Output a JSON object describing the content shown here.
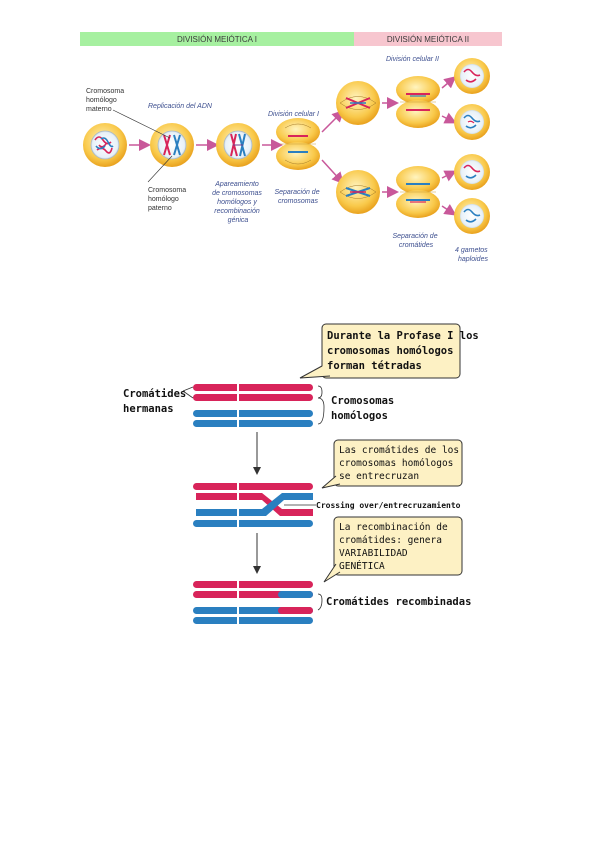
{
  "top": {
    "header_left": "DIVISIÓN MEIÓTICA I",
    "header_right": "DIVISIÓN MEIÓTICA II",
    "header_left_color": "#a6f0a0",
    "header_right_color": "#f7c6cf",
    "label_maternal": [
      "Cromosoma",
      "homólogo",
      "materno"
    ],
    "label_replication": "Replicación del ADN",
    "label_paternal": [
      "Cromosoma",
      "homólogo",
      "paterno"
    ],
    "label_pairing": [
      "Apareamiento",
      "de cromosomas",
      "homólogos y",
      "recombinación",
      "génica"
    ],
    "label_division1": "División celular I",
    "label_separation_chrom": [
      "Separación de",
      "cromosomas"
    ],
    "label_division2": "División celular II",
    "label_separation_chromatids": [
      "Separación de",
      "cromátides"
    ],
    "label_gametes": [
      "4 gametos",
      "haploides"
    ]
  },
  "bottom": {
    "label_sister": [
      "Cromátides",
      "hermanas"
    ],
    "label_homologs": [
      "Cromosomas",
      "homólogos"
    ],
    "box1": [
      "Durante la Profase I los",
      "cromosomas homólogos",
      "forman tétradas"
    ],
    "box2": [
      "Las cromátides de los",
      "cromosomas homólogos",
      "se entrecruzan"
    ],
    "label_crossing": "Crossing over/entrecruzamiento",
    "box3": [
      "La recombinación de",
      "cromátides: genera",
      "VARIABILIDAD",
      "GENÉTICA"
    ],
    "label_recombined": "Cromátides recombinadas",
    "red": "#d8245a",
    "blue": "#2a7fc0",
    "box_fill": "#fdf1c4"
  }
}
